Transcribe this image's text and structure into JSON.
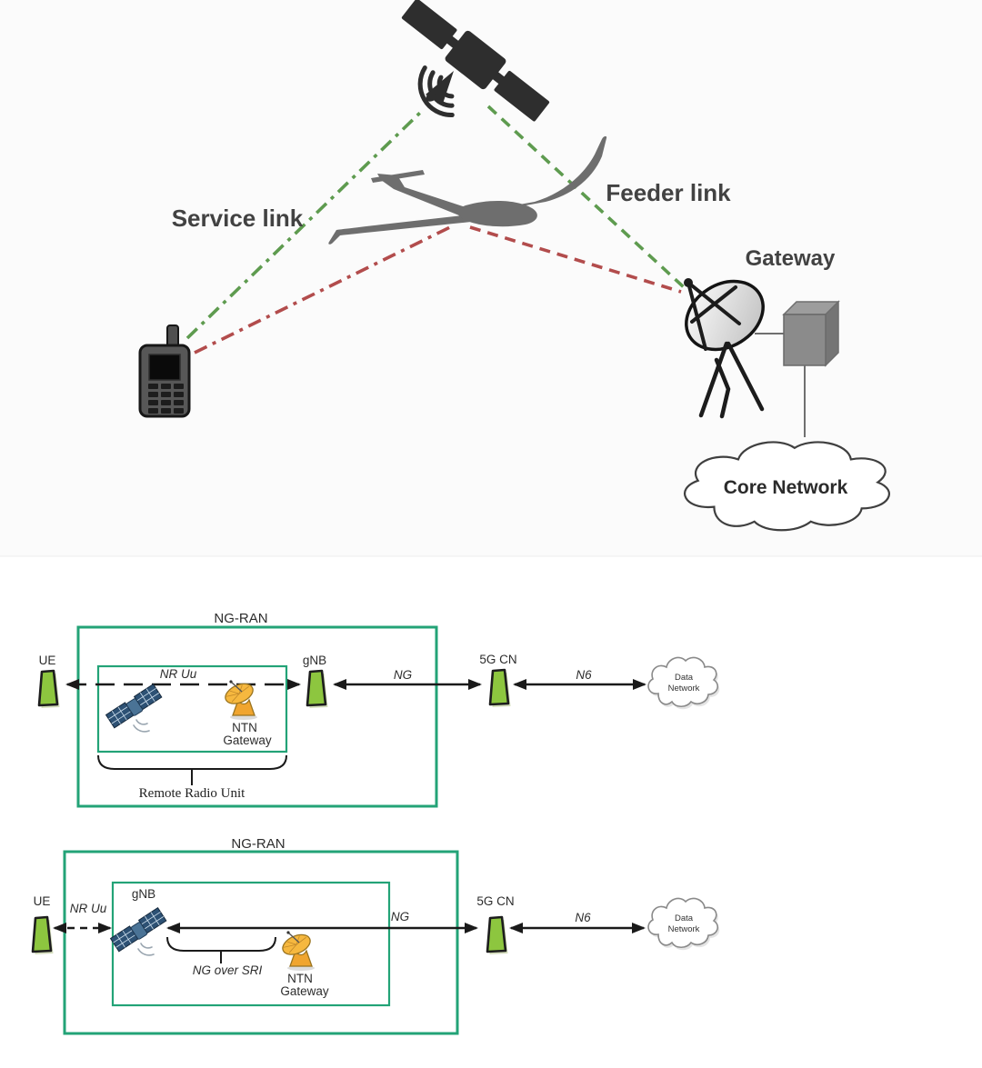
{
  "colors": {
    "teal": "#23a377",
    "device_green": "#8dc63f",
    "sat_navy": "#2d5174",
    "dish_orange": "#f6b83f",
    "link_green": "#5e9b4f",
    "link_red": "#b24c4c"
  },
  "illustration": {
    "service_link_label": "Service link",
    "feeder_link_label": "Feeder link",
    "gateway_label": "Gateway",
    "core_network_label": "Core Network"
  },
  "diagram1": {
    "title": "NG-RAN",
    "ue_label": "UE",
    "gnb_label": "gNB",
    "cn_label": "5G CN",
    "nr_uu_label": "NR Uu",
    "ng_label": "NG",
    "n6_label": "N6",
    "ntn_line1": "NTN",
    "ntn_line2": "Gateway",
    "rru_label": "Remote Radio Unit",
    "cloud_line1": "Data",
    "cloud_line2": "Network"
  },
  "diagram2": {
    "title": "NG-RAN",
    "ue_label": "UE",
    "gnb_label": "gNB",
    "cn_label": "5G CN",
    "nr_uu_label": "NR Uu",
    "ng_label": "NG",
    "ng_over_sri_label": "NG over SRI",
    "n6_label": "N6",
    "ntn_line1": "NTN",
    "ntn_line2": "Gateway",
    "cloud_line1": "Data",
    "cloud_line2": "Network"
  }
}
